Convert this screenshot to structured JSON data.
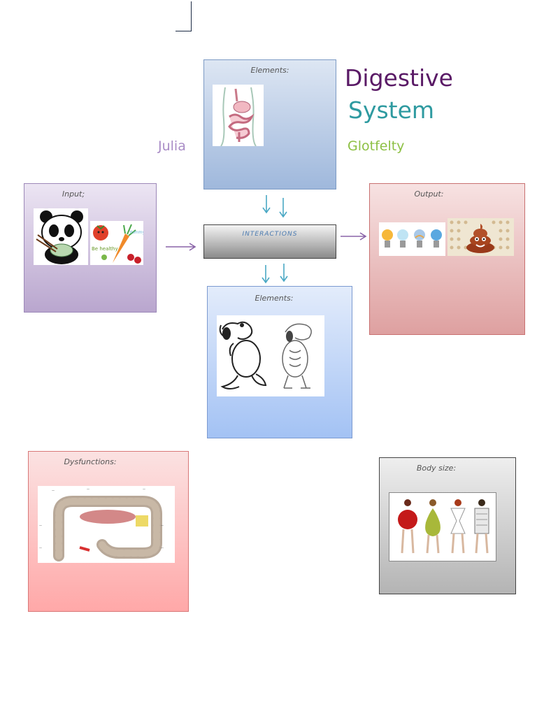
{
  "header": {
    "title_line1": "Digestive",
    "title_line2": "System",
    "author_first": "Julia",
    "author_last": "Glotfelty"
  },
  "boxes": {
    "elements_top": {
      "label": "Elements:"
    },
    "input": {
      "label": "Input;"
    },
    "interactions": {
      "label": "INTERACTIONS"
    },
    "output": {
      "label": "Output:"
    },
    "elements_bottom": {
      "label": "Elements:"
    },
    "dysfunctions": {
      "label": "Dysfunctions:"
    },
    "body_size": {
      "label": "Body size:"
    }
  },
  "colors": {
    "title_line1": "#5a1a66",
    "title_line2": "#2e9aa0",
    "author_first": "#a98cc6",
    "author_last": "#8dc044",
    "arrow_teal": "#4aa8c4",
    "arrow_purple": "#8a64a8"
  }
}
